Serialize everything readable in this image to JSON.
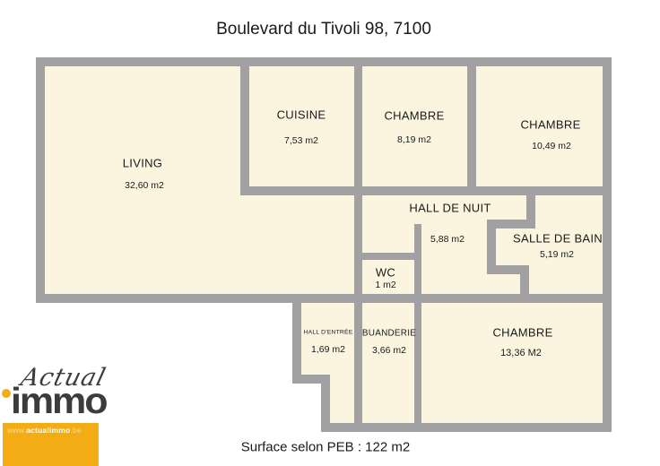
{
  "header": {
    "title": "Boulevard du Tivoli 98, 7100"
  },
  "rooms": [
    {
      "name": "LIVING",
      "area": "32,60 m2"
    },
    {
      "name": "CUISINE",
      "area": "7,53 m2"
    },
    {
      "name": "CHAMBRE",
      "area": "8,19 m2"
    },
    {
      "name": "CHAMBRE",
      "area": "10,49 m2"
    },
    {
      "name": "HALL DE NUIT",
      "area": "5,88 m2"
    },
    {
      "name": "SALLE DE BAIN",
      "area": "5,19 m2"
    },
    {
      "name": "WC",
      "area": "1 m2"
    },
    {
      "name": "HALL D'ENTRÉE",
      "area": "1,69 m2"
    },
    {
      "name": "BUANDERIE",
      "area": "3,66 m2"
    },
    {
      "name": "CHAMBRE",
      "area": "13,36 M2"
    }
  ],
  "footer": {
    "surface": "Surface selon PEB : 122 m2"
  },
  "logo": {
    "script": "Actual",
    "word": "immo",
    "url_www": "www.",
    "url_name": "actualimmo",
    "url_tld": ".be"
  },
  "colors": {
    "wall": "#A1A1A3",
    "floor": "#FBF5DF",
    "text": "#1A1A1A",
    "logo_gray": "#3C3C3E",
    "logo_yellow": "#F4AC15"
  }
}
